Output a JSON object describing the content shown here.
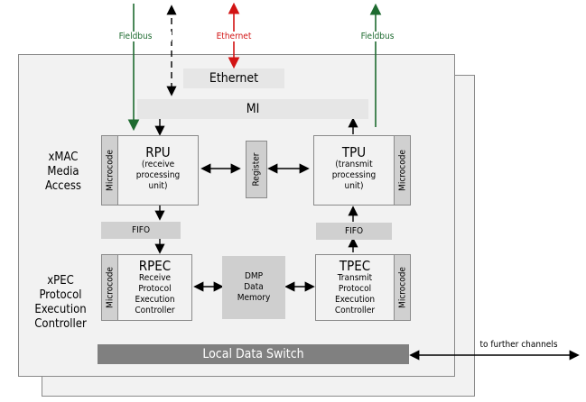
{
  "arrows": {
    "fieldbus_in": "Fieldbus",
    "ethernet": "Ethernet",
    "fieldbus_out": "Fieldbus",
    "further_channels": "to further channels"
  },
  "bars": {
    "ethernet": "Ethernet",
    "mi": "MI",
    "fifo_left": "FIFO",
    "fifo_right": "FIFO",
    "local_data_switch": "Local Data Switch"
  },
  "sections": {
    "xmac": [
      "xMAC",
      "Media",
      "Access"
    ],
    "xpec": [
      "xPEC",
      "Protocol",
      "Execution",
      "Controller"
    ]
  },
  "blocks": {
    "rpu": {
      "title": "RPU",
      "desc": [
        "(receive",
        "processing",
        "unit)"
      ],
      "micro": "Microcode"
    },
    "tpu": {
      "title": "TPU",
      "desc": [
        "(transmit",
        "processing",
        "unit)"
      ],
      "micro": "Microcode"
    },
    "rpec": {
      "title": "RPEC",
      "desc": [
        "Receive",
        "Protocol",
        "Execution",
        "Controller"
      ],
      "micro": "Microcode"
    },
    "tpec": {
      "title": "TPEC",
      "desc": [
        "Transmit",
        "Protocol",
        "Execution",
        "Controller"
      ],
      "micro": "Microcode"
    },
    "register": "Register",
    "dmp": [
      "DMP",
      "Data",
      "Memory"
    ]
  },
  "colors": {
    "fieldbus": "#1e6b30",
    "ethernet": "#d21414",
    "panel": "#f2f2f2",
    "bar": "#e6e6e6",
    "microcode": "#d0d0d0",
    "dmp": "#cfcfcf",
    "switch": "#808080"
  }
}
